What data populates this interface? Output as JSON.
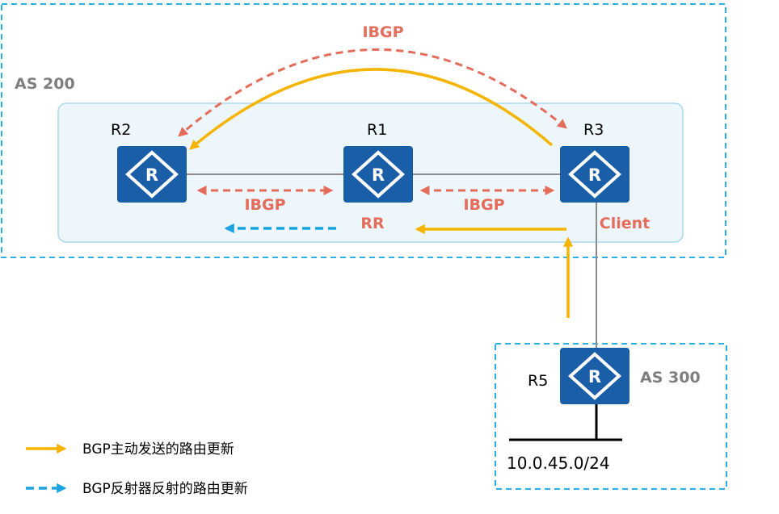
{
  "as200": {
    "label": "AS 200"
  },
  "as300": {
    "label": "AS 300"
  },
  "routers": {
    "r1": {
      "name": "R1",
      "role": "RR"
    },
    "r2": {
      "name": "R2"
    },
    "r3": {
      "name": "R3",
      "role": "Client"
    },
    "r5": {
      "name": "R5"
    }
  },
  "sessions": {
    "top": "IBGP",
    "r2_r1": "IBGP",
    "r1_r3": "IBGP"
  },
  "network": {
    "prefix": "10.0.45.0/24"
  },
  "legend": {
    "active_update": "BGP主动发送的路由更新",
    "reflected_update": "BGP反射器反射的路由更新"
  },
  "colors": {
    "router_fill": "#1b5ea8",
    "ibgp": "#e46c5a",
    "active_update": "#f5b400",
    "reflected_update": "#1aa3e0",
    "as_border": "#2ab0e8",
    "as200_inner_fill": "#edf6fb",
    "as200_inner_border": "#a9d8ef"
  },
  "icons": {
    "router": "router-icon"
  }
}
